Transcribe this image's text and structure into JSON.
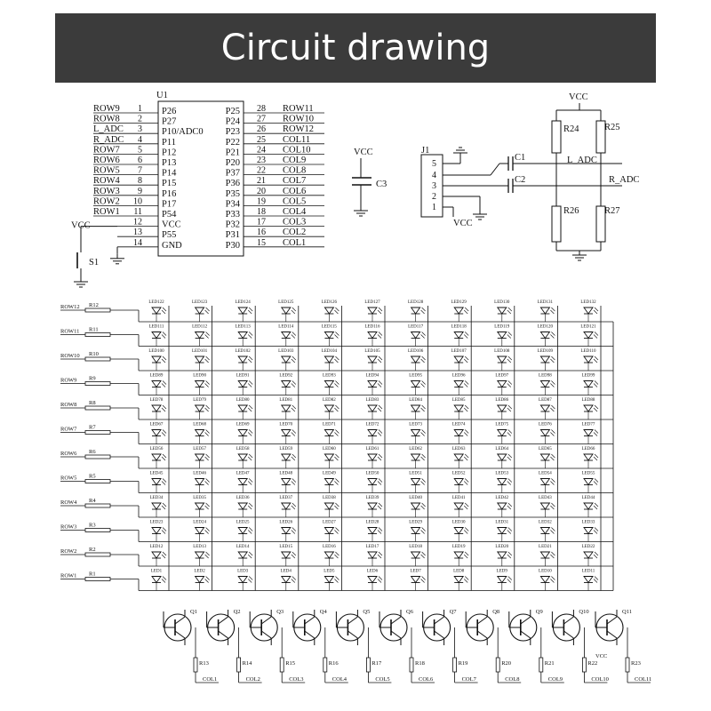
{
  "banner": {
    "title": "Circuit drawing"
  },
  "colors": {
    "banner_bg": "#3b3b3b",
    "line": "#111111",
    "text": "#111111"
  },
  "u1": {
    "ref": "U1",
    "left_pins": [
      {
        "net": "ROW9",
        "num": "1",
        "name": "P26"
      },
      {
        "net": "ROW8",
        "num": "2",
        "name": "P27"
      },
      {
        "net": "L_ADC",
        "num": "3",
        "name": "P10/ADC0"
      },
      {
        "net": "R_ADC",
        "num": "4",
        "name": "P11"
      },
      {
        "net": "ROW7",
        "num": "5",
        "name": "P12"
      },
      {
        "net": "ROW6",
        "num": "6",
        "name": "P13"
      },
      {
        "net": "ROW5",
        "num": "7",
        "name": "P14"
      },
      {
        "net": "ROW4",
        "num": "8",
        "name": "P15"
      },
      {
        "net": "ROW3",
        "num": "9",
        "name": "P16"
      },
      {
        "net": "ROW2",
        "num": "10",
        "name": "P17"
      },
      {
        "net": "ROW1",
        "num": "11",
        "name": "P54"
      },
      {
        "net": "VCC",
        "num": "12",
        "name": "VCC"
      },
      {
        "net": "",
        "num": "13",
        "name": "P55"
      },
      {
        "net": "",
        "num": "14",
        "name": "GND"
      }
    ],
    "right_pins": [
      {
        "num": "28",
        "name": "P25",
        "net": "ROW11"
      },
      {
        "num": "27",
        "name": "P24",
        "net": "ROW10"
      },
      {
        "num": "26",
        "name": "P23",
        "net": "ROW12"
      },
      {
        "num": "25",
        "name": "P22",
        "net": "COL11"
      },
      {
        "num": "24",
        "name": "P21",
        "net": "COL10"
      },
      {
        "num": "23",
        "name": "P20",
        "net": "COL9"
      },
      {
        "num": "22",
        "name": "P37",
        "net": "COL8"
      },
      {
        "num": "21",
        "name": "P36",
        "net": "COL7"
      },
      {
        "num": "20",
        "name": "P35",
        "net": "COL6"
      },
      {
        "num": "19",
        "name": "P34",
        "net": "COL5"
      },
      {
        "num": "18",
        "name": "P33",
        "net": "COL4"
      },
      {
        "num": "17",
        "name": "P32",
        "net": "COL3"
      },
      {
        "num": "16",
        "name": "P31",
        "net": "COL2"
      },
      {
        "num": "15",
        "name": "P30",
        "net": "COL1"
      }
    ]
  },
  "s1": {
    "ref": "S1"
  },
  "c3": {
    "vcc": "VCC",
    "ref": "C3"
  },
  "j1": {
    "ref": "J1",
    "pins": [
      "5",
      "4",
      "3",
      "2",
      "1"
    ],
    "vcc": "VCC",
    "c1": "C1",
    "c2": "C2"
  },
  "bridge": {
    "vcc": "VCC",
    "r24": "R24",
    "r25": "R25",
    "r26": "R26",
    "r27": "R27",
    "l_adc": "L_ADC",
    "r_adc": "R_ADC"
  },
  "matrix": {
    "rows": [
      {
        "net": "ROW12",
        "res": "R12"
      },
      {
        "net": "ROW11",
        "res": "R11"
      },
      {
        "net": "ROW10",
        "res": "R10"
      },
      {
        "net": "ROW9",
        "res": "R9"
      },
      {
        "net": "ROW8",
        "res": "R8"
      },
      {
        "net": "ROW7",
        "res": "R7"
      },
      {
        "net": "ROW6",
        "res": "R6"
      },
      {
        "net": "ROW5",
        "res": "R5"
      },
      {
        "net": "ROW4",
        "res": "R4"
      },
      {
        "net": "ROW3",
        "res": "R3"
      },
      {
        "net": "ROW2",
        "res": "R2"
      },
      {
        "net": "ROW1",
        "res": "R1"
      }
    ],
    "leds": [
      [
        "LED122",
        "LED123",
        "LED124",
        "LED125",
        "LED126",
        "LED127",
        "LED128",
        "LED129",
        "LED130",
        "LED131",
        "LED132"
      ],
      [
        "LED111",
        "LED112",
        "LED113",
        "LED114",
        "LED115",
        "LED116",
        "LED117",
        "LED118",
        "LED119",
        "LED120",
        "LED121"
      ],
      [
        "LED100",
        "LED101",
        "LED102",
        "LED103",
        "LED104",
        "LED105",
        "LED106",
        "LED107",
        "LED108",
        "LED109",
        "LED110"
      ],
      [
        "LED89",
        "LED90",
        "LED91",
        "LED92",
        "LED93",
        "LED94",
        "LED95",
        "LED96",
        "LED97",
        "LED98",
        "LED99"
      ],
      [
        "LED78",
        "LED79",
        "LED80",
        "LED81",
        "LED82",
        "LED83",
        "LED84",
        "LED85",
        "LED86",
        "LED87",
        "LED88"
      ],
      [
        "LED67",
        "LED68",
        "LED69",
        "LED70",
        "LED71",
        "LED72",
        "LED73",
        "LED74",
        "LED75",
        "LED76",
        "LED77"
      ],
      [
        "LED56",
        "LED57",
        "LED58",
        "LED59",
        "LED60",
        "LED61",
        "LED62",
        "LED63",
        "LED64",
        "LED65",
        "LED66"
      ],
      [
        "LED45",
        "LED46",
        "LED47",
        "LED48",
        "LED49",
        "LED50",
        "LED51",
        "LED52",
        "LED53",
        "LED54",
        "LED55"
      ],
      [
        "LED34",
        "LED35",
        "LED36",
        "LED37",
        "LED38",
        "LED39",
        "LED40",
        "LED41",
        "LED42",
        "LED43",
        "LED44"
      ],
      [
        "LED23",
        "LED24",
        "LED25",
        "LED26",
        "LED27",
        "LED28",
        "LED29",
        "LED30",
        "LED31",
        "LED32",
        "LED33"
      ],
      [
        "LED12",
        "LED13",
        "LED14",
        "LED15",
        "LED16",
        "LED17",
        "LED18",
        "LED19",
        "LED20",
        "LED21",
        "LED22"
      ],
      [
        "LED1",
        "LED2",
        "LED3",
        "LED4",
        "LED5",
        "LED6",
        "LED7",
        "LED8",
        "LED9",
        "LED10",
        "LED11"
      ]
    ]
  },
  "transistors": [
    {
      "ref": "Q1",
      "res": "R13",
      "col": "COL1"
    },
    {
      "ref": "Q2",
      "res": "R14",
      "col": "COL2"
    },
    {
      "ref": "Q3",
      "res": "R15",
      "col": "COL3"
    },
    {
      "ref": "Q4",
      "res": "R16",
      "col": "COL4"
    },
    {
      "ref": "Q5",
      "res": "R17",
      "col": "COL5"
    },
    {
      "ref": "Q6",
      "res": "R18",
      "col": "COL6"
    },
    {
      "ref": "Q7",
      "res": "R19",
      "col": "COL7"
    },
    {
      "ref": "Q8",
      "res": "R20",
      "col": "COL8"
    },
    {
      "ref": "Q9",
      "res": "R21",
      "col": "COL9"
    },
    {
      "ref": "Q10",
      "res": "R22",
      "col": "COL10"
    },
    {
      "ref": "Q11",
      "res": "R23",
      "col": "COL11"
    }
  ],
  "transistor_vcc": "VCC"
}
